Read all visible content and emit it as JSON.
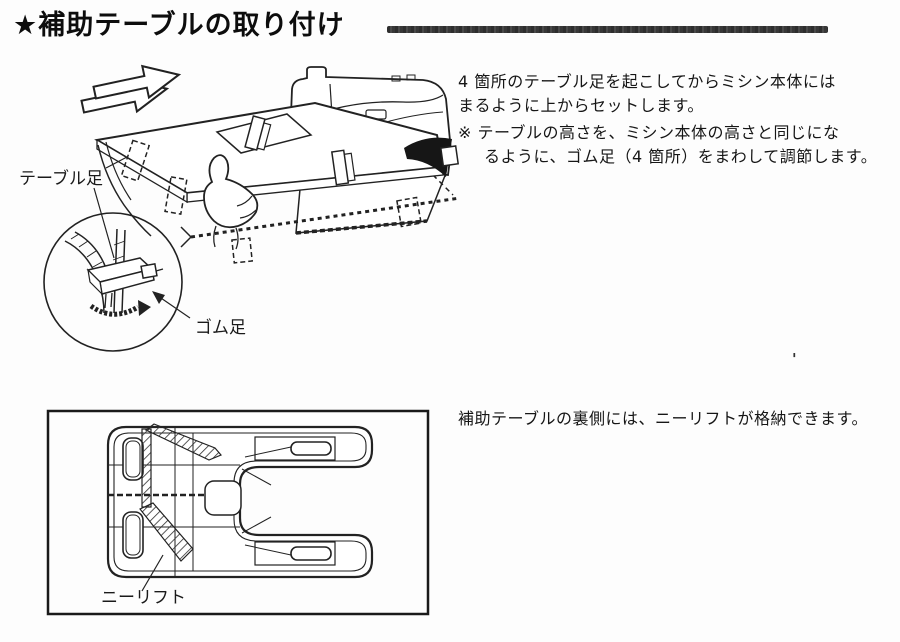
{
  "page": {
    "title": "★補助テーブルの取り付け",
    "stray_mark": "'"
  },
  "instructions": {
    "step": {
      "lines": [
        "4 箇所のテーブル足を起こしてからミシン本体には",
        "まるように上からセットします。",
        "※ テーブルの高さを、ミシン本体の高さと同じにな",
        "るように、ゴム足（4 箇所）をまわして調節します。"
      ]
    },
    "note": "補助テーブルの裏側には、ニーリフトが格納できます。"
  },
  "figures": {
    "top": {
      "label_table_leg": "テーブル足",
      "label_rubber_foot": "ゴム足"
    },
    "bottom": {
      "label_knee_lift": "ニーリフト"
    }
  },
  "colors": {
    "ink": "#1a1a1a",
    "rule": "#3c3c3c",
    "paper": "#fdfdfd"
  }
}
